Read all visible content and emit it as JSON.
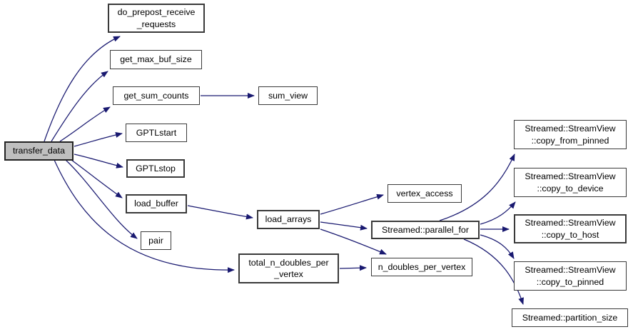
{
  "diagram": {
    "type": "call-graph",
    "colors": {
      "edge": "#191970",
      "node_border": "#3a3a3a",
      "node_fill": "#ffffff",
      "highlight_fill": "#bfbfbf",
      "background": "#ffffff"
    },
    "nodes": [
      {
        "id": "transfer_data",
        "label": "transfer_data",
        "highlighted": true
      },
      {
        "id": "do_prepost_receive_requests",
        "label": "do_prepost_receive\n_requests"
      },
      {
        "id": "get_max_buf_size",
        "label": "get_max_buf_size"
      },
      {
        "id": "get_sum_counts",
        "label": "get_sum_counts"
      },
      {
        "id": "sum_view",
        "label": "sum_view"
      },
      {
        "id": "GPTLstart",
        "label": "GPTLstart"
      },
      {
        "id": "GPTLstop",
        "label": "GPTLstop"
      },
      {
        "id": "load_buffer",
        "label": "load_buffer"
      },
      {
        "id": "pair",
        "label": "pair"
      },
      {
        "id": "load_arrays",
        "label": "load_arrays"
      },
      {
        "id": "total_n_doubles_per_vertex",
        "label": "total_n_doubles_per\n_vertex"
      },
      {
        "id": "vertex_access",
        "label": "vertex_access"
      },
      {
        "id": "Streamed::parallel_for",
        "label": "Streamed::parallel_for"
      },
      {
        "id": "n_doubles_per_vertex",
        "label": "n_doubles_per_vertex"
      },
      {
        "id": "Streamed::StreamView::copy_from_pinned",
        "label": "Streamed::StreamView\n::copy_from_pinned"
      },
      {
        "id": "Streamed::StreamView::copy_to_device",
        "label": "Streamed::StreamView\n::copy_to_device"
      },
      {
        "id": "Streamed::StreamView::copy_to_host",
        "label": "Streamed::StreamView\n::copy_to_host"
      },
      {
        "id": "Streamed::StreamView::copy_to_pinned",
        "label": "Streamed::StreamView\n::copy_to_pinned"
      },
      {
        "id": "Streamed::partition_size",
        "label": "Streamed::partition_size"
      }
    ],
    "edges": [
      {
        "from": "transfer_data",
        "to": "do_prepost_receive_requests"
      },
      {
        "from": "transfer_data",
        "to": "get_max_buf_size"
      },
      {
        "from": "transfer_data",
        "to": "get_sum_counts"
      },
      {
        "from": "transfer_data",
        "to": "GPTLstart"
      },
      {
        "from": "transfer_data",
        "to": "GPTLstop"
      },
      {
        "from": "transfer_data",
        "to": "load_buffer"
      },
      {
        "from": "transfer_data",
        "to": "pair"
      },
      {
        "from": "transfer_data",
        "to": "total_n_doubles_per_vertex"
      },
      {
        "from": "get_sum_counts",
        "to": "sum_view"
      },
      {
        "from": "load_buffer",
        "to": "load_arrays"
      },
      {
        "from": "load_arrays",
        "to": "vertex_access"
      },
      {
        "from": "load_arrays",
        "to": "Streamed::parallel_for"
      },
      {
        "from": "load_arrays",
        "to": "n_doubles_per_vertex"
      },
      {
        "from": "total_n_doubles_per_vertex",
        "to": "n_doubles_per_vertex"
      },
      {
        "from": "Streamed::parallel_for",
        "to": "Streamed::StreamView::copy_from_pinned"
      },
      {
        "from": "Streamed::parallel_for",
        "to": "Streamed::StreamView::copy_to_device"
      },
      {
        "from": "Streamed::parallel_for",
        "to": "Streamed::StreamView::copy_to_host"
      },
      {
        "from": "Streamed::parallel_for",
        "to": "Streamed::StreamView::copy_to_pinned"
      },
      {
        "from": "Streamed::parallel_for",
        "to": "Streamed::partition_size"
      }
    ]
  }
}
